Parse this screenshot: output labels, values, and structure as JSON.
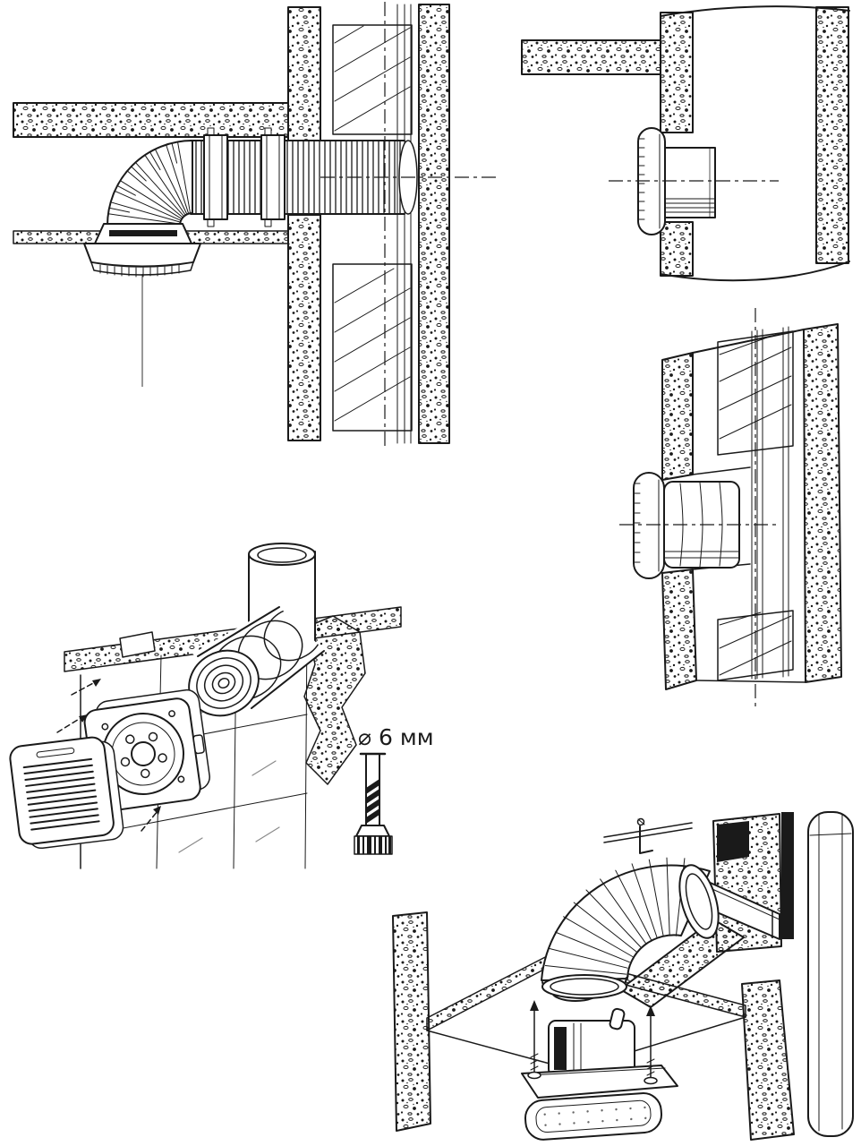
{
  "page": {
    "background_color": "#ffffff",
    "ink_color": "#1a1a1a",
    "sketch_color": "#8a8a8a"
  },
  "labels": {
    "drill_bit_diameter": "⌀ 6 мм"
  },
  "figures": {
    "top_left": "ceiling-fan-flexible-elbow-into-wall-shaft-section",
    "top_right": "wall-fan-through-wall-section",
    "middle_right": "wall-fan-into-duct-shaft-perspective",
    "middle_left": "exploded-fan-installation-tiled-wall",
    "bottom_right": "exploded-ceiling-fan-installation"
  }
}
